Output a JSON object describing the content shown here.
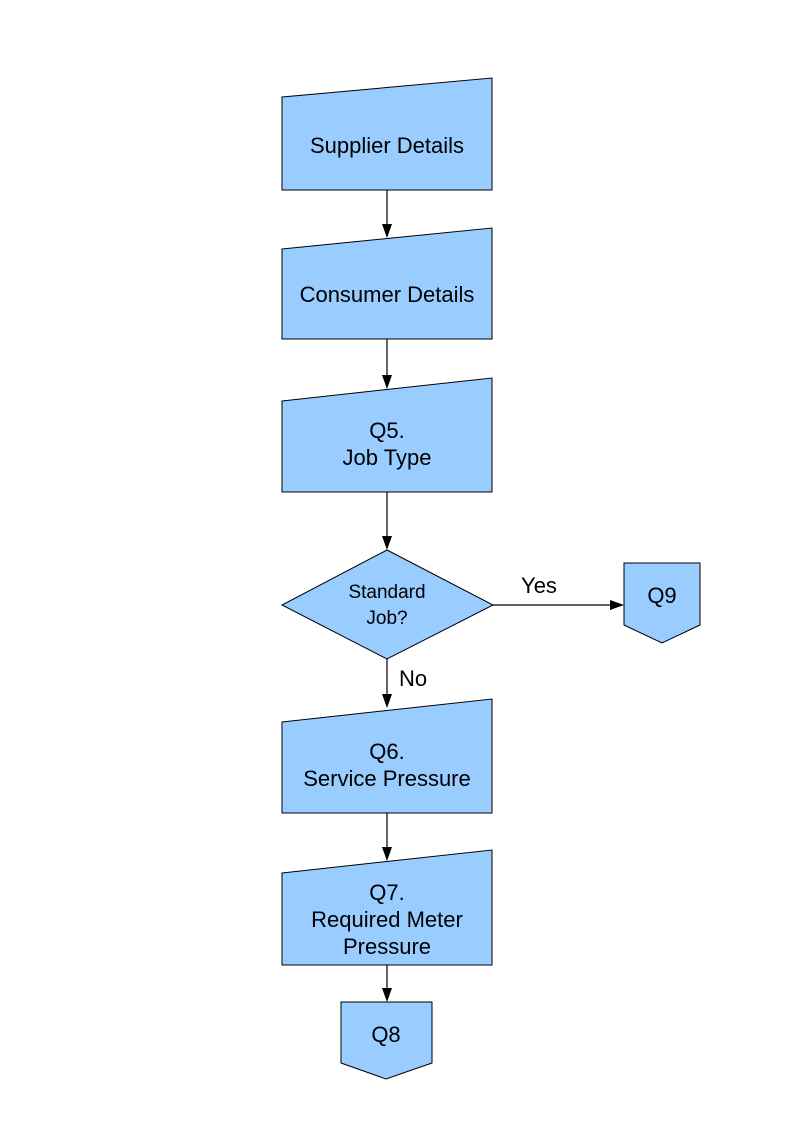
{
  "colors": {
    "node_fill": "#99CCFF",
    "node_stroke": "#000000",
    "arrow": "#000000",
    "text": "#000000",
    "background": "#FFFFFF"
  },
  "flowchart": {
    "nodes": {
      "supplier": {
        "type": "manual-input",
        "lines": [
          "Supplier Details"
        ]
      },
      "consumer": {
        "type": "manual-input",
        "lines": [
          "Consumer Details"
        ]
      },
      "q5": {
        "type": "manual-input",
        "lines": [
          "Q5.",
          "Job Type"
        ]
      },
      "decision": {
        "type": "decision",
        "lines": [
          "Standard",
          "Job?"
        ]
      },
      "q9": {
        "type": "off-page-connector",
        "lines": [
          "Q9"
        ]
      },
      "q6": {
        "type": "manual-input",
        "lines": [
          "Q6.",
          "Service Pressure"
        ]
      },
      "q7": {
        "type": "manual-input",
        "lines": [
          "Q7.",
          "Required Meter",
          "Pressure"
        ]
      },
      "q8": {
        "type": "off-page-connector",
        "lines": [
          "Q8"
        ]
      }
    },
    "edge_labels": {
      "yes": "Yes",
      "no": "No"
    }
  }
}
